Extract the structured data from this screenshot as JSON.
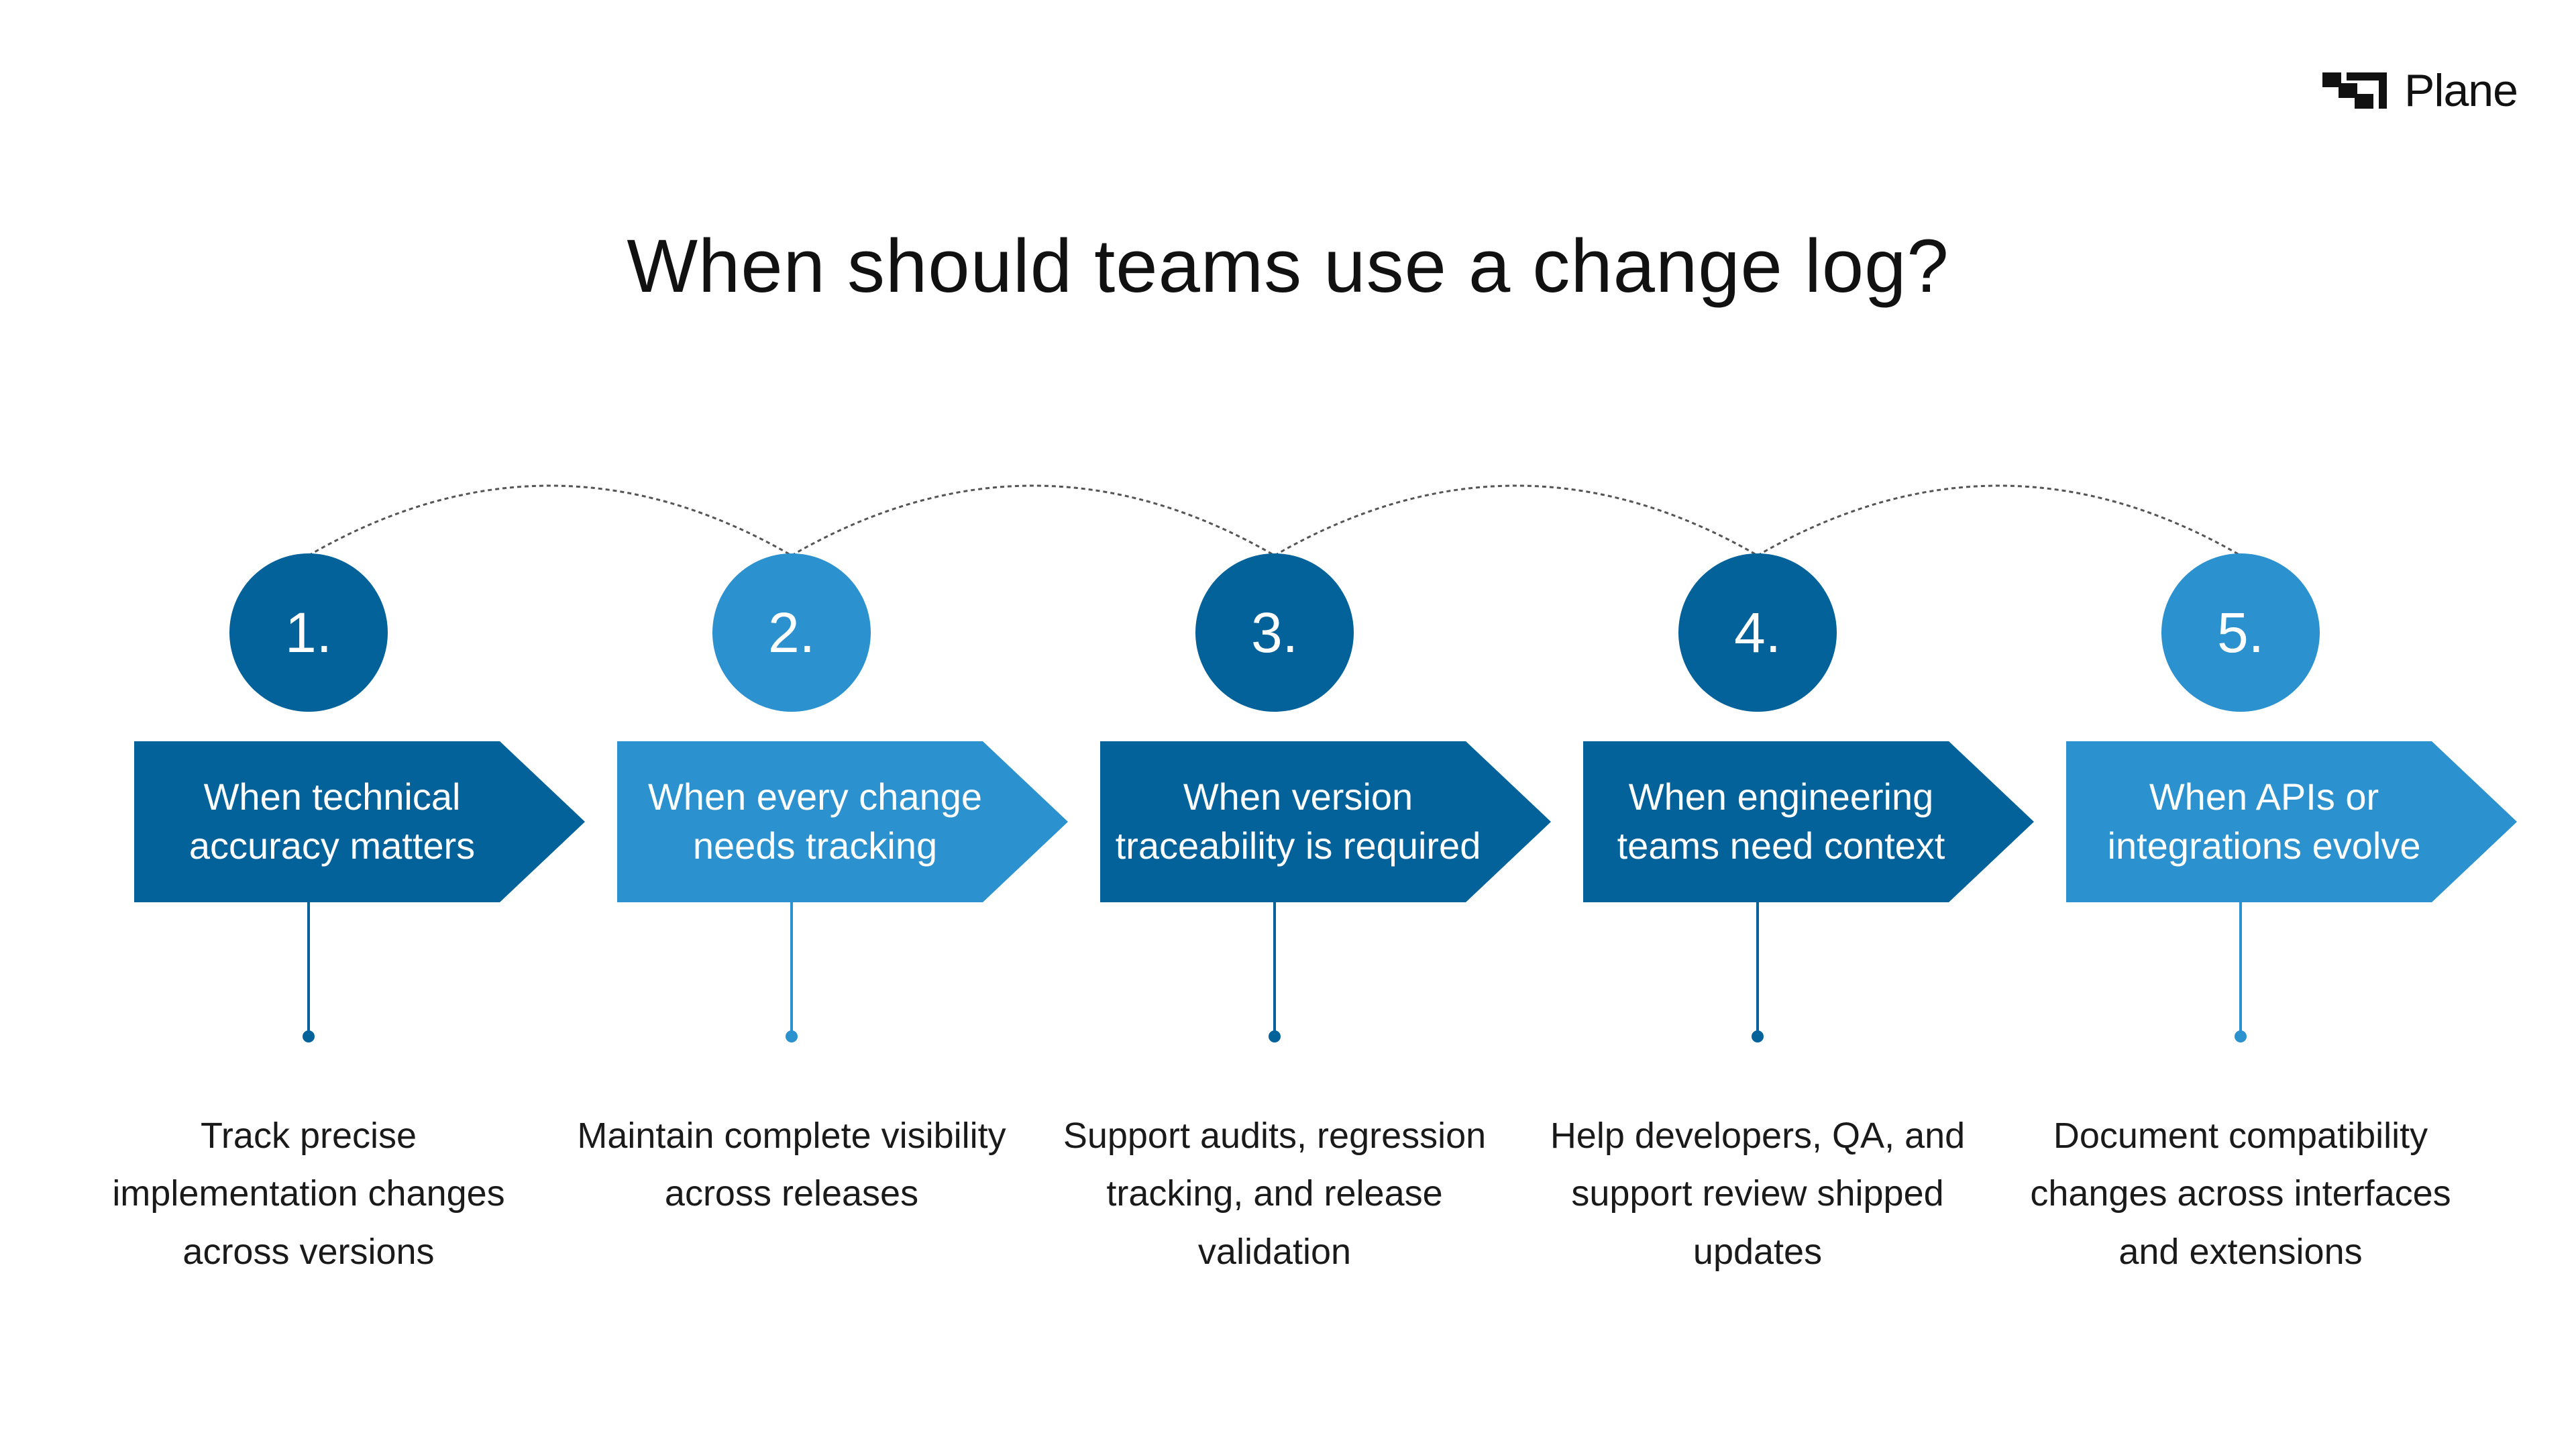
{
  "brand": {
    "name": "Plane",
    "logo_icon": "plane-logo-icon"
  },
  "title": "When should teams use a change log?",
  "colors": {
    "dark_blue": "#04629B",
    "light_blue": "#2B91CF",
    "connector": "#555555"
  },
  "steps": [
    {
      "number": "1.",
      "heading": "When technical accuracy matters",
      "description": "Track precise implementation changes across versions",
      "color": "#04629B"
    },
    {
      "number": "2.",
      "heading": "When every change needs tracking",
      "description": "Maintain complete visibility across releases",
      "color": "#2B91CF"
    },
    {
      "number": "3.",
      "heading": "When version traceability is required",
      "description": "Support audits, regression tracking, and release validation",
      "color": "#04629B"
    },
    {
      "number": "4.",
      "heading": "When engineering teams need context",
      "description": "Help developers, QA, and support review shipped updates",
      "color": "#04629B"
    },
    {
      "number": "5.",
      "heading": "When APIs or integrations evolve",
      "description": "Document compatibility changes across interfaces and extensions",
      "color": "#2B91CF"
    }
  ]
}
